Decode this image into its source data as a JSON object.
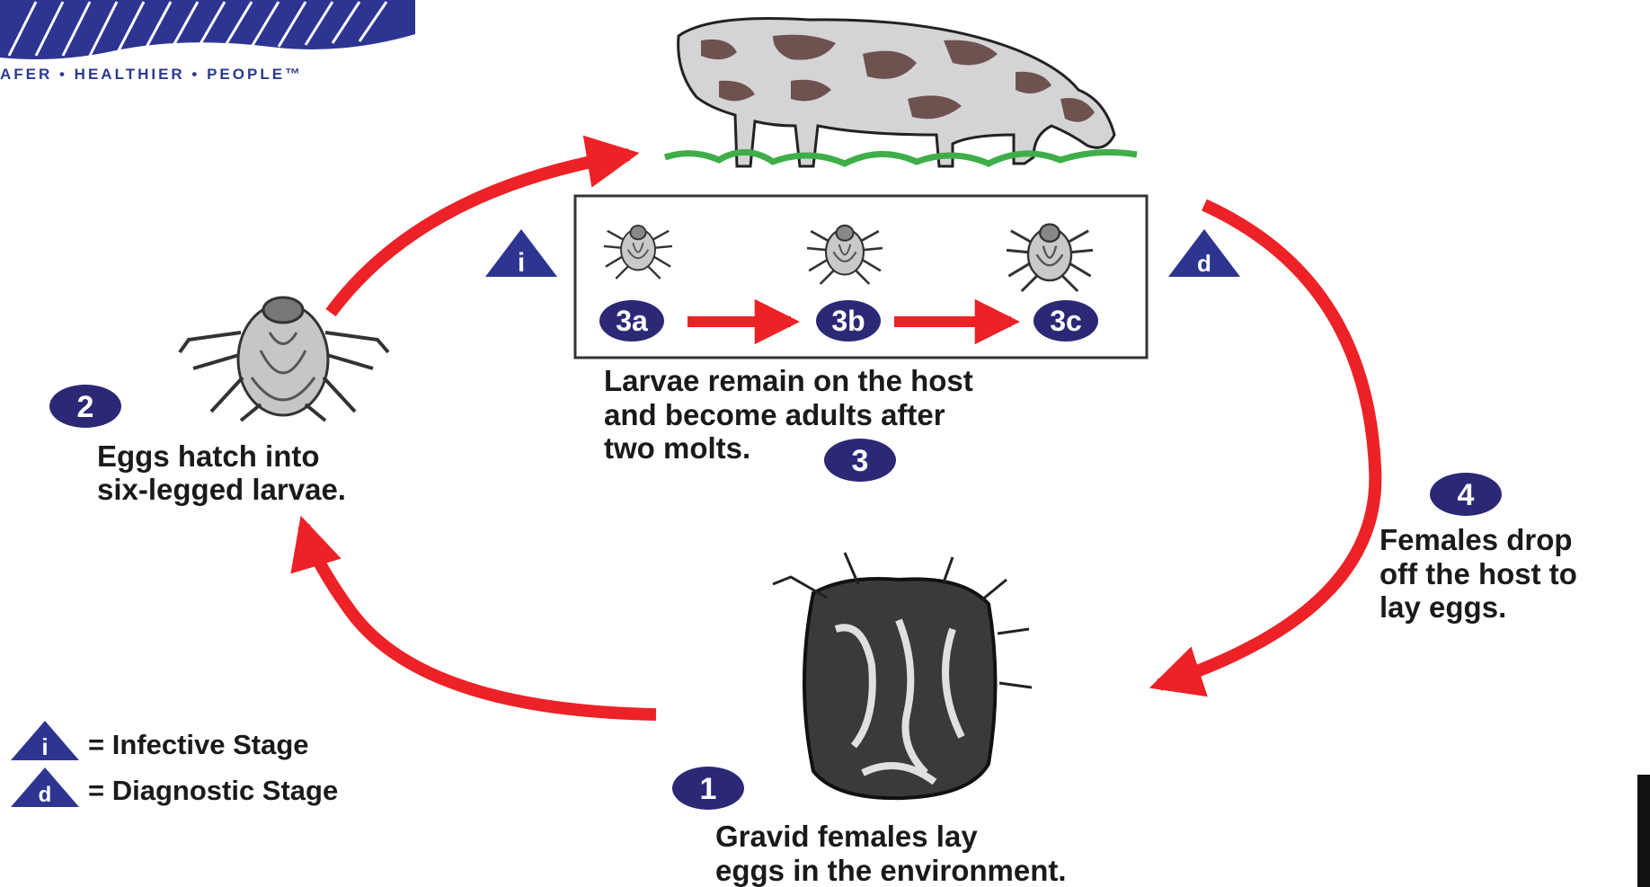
{
  "logo": {
    "tagline": "AFER • HEALTHIER • PEOPLE™"
  },
  "stages": {
    "s1": {
      "number": "1",
      "text_line1": "Gravid females lay",
      "text_line2": "eggs in the environment."
    },
    "s2": {
      "number": "2",
      "text_line1": "Eggs hatch into",
      "text_line2": "six-legged larvae."
    },
    "s3": {
      "number": "3",
      "text_line1": "Larvae remain on the host",
      "text_line2": "and become adults after",
      "text_line3": "two molts."
    },
    "s3a": "3a",
    "s3b": "3b",
    "s3c": "3c",
    "s4": {
      "number": "4",
      "text_line1": "Females drop",
      "text_line2": "off the host to",
      "text_line3": "lay eggs."
    }
  },
  "markers": {
    "infective_symbol": "i",
    "diagnostic_symbol": "d"
  },
  "legend": {
    "infective_label": "= Infective Stage",
    "diagnostic_label": "= Diagnostic Stage"
  },
  "icons": [
    "cow-icon",
    "tick-larva-icon",
    "tick-nymph-icon",
    "tick-adult-icon",
    "engorged-tick-icon"
  ],
  "colors": {
    "arrow": "#ec2227",
    "badge": "#2b2876",
    "triangle": "#2e3590",
    "text": "#1a1a1a",
    "grass": "#3fae49"
  }
}
